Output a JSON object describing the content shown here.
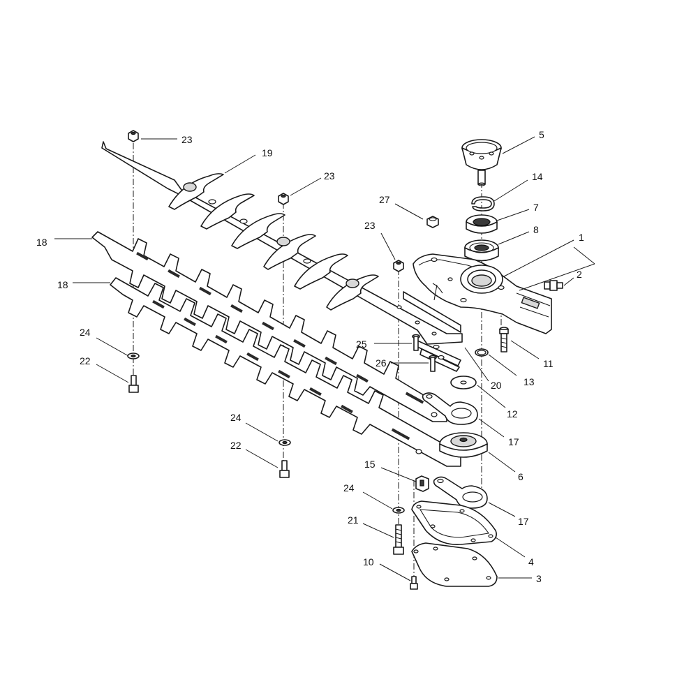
{
  "callouts": [
    {
      "id": "c1",
      "label": "1"
    },
    {
      "id": "c2",
      "label": "2"
    },
    {
      "id": "c3",
      "label": "3"
    },
    {
      "id": "c4",
      "label": "4"
    },
    {
      "id": "c5",
      "label": "5"
    },
    {
      "id": "c6",
      "label": "6"
    },
    {
      "id": "c7",
      "label": "7"
    },
    {
      "id": "c8",
      "label": "8"
    },
    {
      "id": "c10",
      "label": "10"
    },
    {
      "id": "c11",
      "label": "11"
    },
    {
      "id": "c12",
      "label": "12"
    },
    {
      "id": "c13",
      "label": "13"
    },
    {
      "id": "c14",
      "label": "14"
    },
    {
      "id": "c15",
      "label": "15"
    },
    {
      "id": "c17a",
      "label": "17"
    },
    {
      "id": "c17b",
      "label": "17"
    },
    {
      "id": "c18a",
      "label": "18"
    },
    {
      "id": "c18b",
      "label": "18"
    },
    {
      "id": "c19",
      "label": "19"
    },
    {
      "id": "c20",
      "label": "20"
    },
    {
      "id": "c21",
      "label": "21"
    },
    {
      "id": "c22a",
      "label": "22"
    },
    {
      "id": "c22b",
      "label": "22"
    },
    {
      "id": "c23a",
      "label": "23"
    },
    {
      "id": "c23b",
      "label": "23"
    },
    {
      "id": "c23c",
      "label": "23"
    },
    {
      "id": "c24a",
      "label": "24"
    },
    {
      "id": "c24b",
      "label": "24"
    },
    {
      "id": "c24c",
      "label": "24"
    },
    {
      "id": "c25",
      "label": "25"
    },
    {
      "id": "c26",
      "label": "26"
    },
    {
      "id": "c27",
      "label": "27"
    }
  ]
}
